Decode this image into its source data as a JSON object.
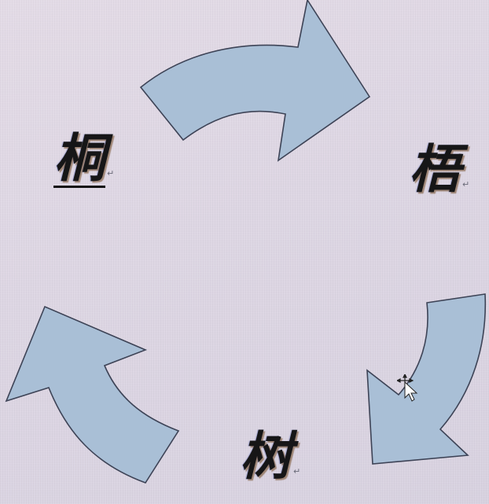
{
  "document": {
    "background_color": "#ddd5e2",
    "labels": [
      {
        "id": "tong",
        "text": "桐",
        "underlined": true,
        "paragraph_mark": "↵"
      },
      {
        "id": "wu",
        "text": "梧",
        "underlined": false,
        "paragraph_mark": "↵"
      },
      {
        "id": "shu",
        "text": "树",
        "underlined": false,
        "paragraph_mark": "↵"
      }
    ],
    "arrows": [
      {
        "id": "top",
        "direction": "clockwise-right"
      },
      {
        "id": "right",
        "direction": "clockwise-down"
      },
      {
        "id": "left",
        "direction": "clockwise-up"
      }
    ],
    "arrow_fill_color": "#a9bfd6",
    "arrow_stroke_color": "#3d4356",
    "cursor": {
      "type": "move-cursor"
    }
  }
}
